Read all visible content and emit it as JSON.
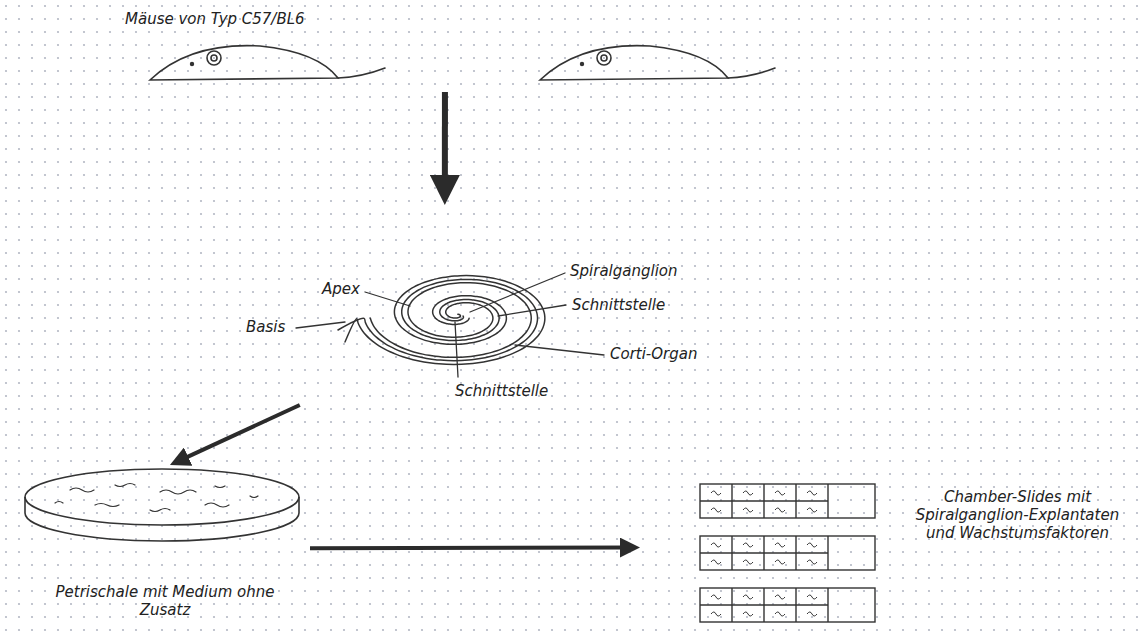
{
  "diagram": {
    "nodes": [
      {
        "text": [
          "Mäuse von Typ C57/BL6"
        ]
      },
      {
        "text": [
          "Apex",
          "Basis",
          "Spiralganglion",
          "Schnittstelle",
          "Corti-Organ",
          "Schnittstelle"
        ]
      },
      {
        "text": [
          "Petrischale mit Medium ohne Zusatz"
        ]
      },
      {
        "text": [
          "Chamber-Slides mit Spiralganglion-Explantaten und Wachstumsfaktoren"
        ]
      }
    ],
    "edges": [
      {
        "from": 0,
        "to": 1,
        "arrow": "to"
      },
      {
        "from": 1,
        "to": 2,
        "arrow": "to"
      },
      {
        "from": 2,
        "to": 3,
        "arrow": "to"
      }
    ]
  }
}
